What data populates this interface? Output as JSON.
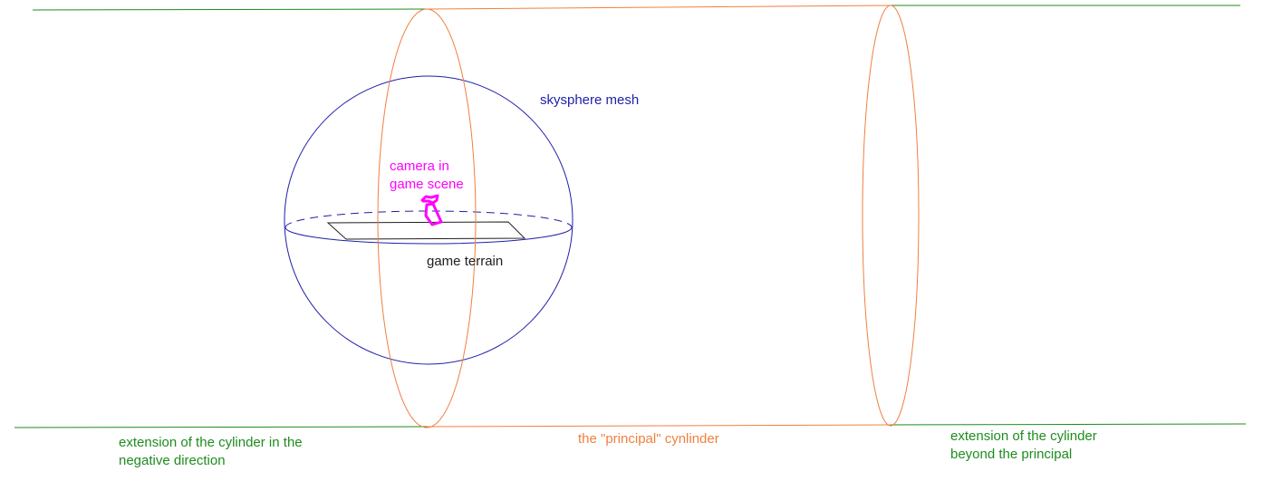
{
  "labels": {
    "skysphere": "skysphere mesh",
    "camera_line1": "camera in",
    "camera_line2": "game scene",
    "terrain": "game terrain",
    "principal": "the \"principal\" cynlinder",
    "negative_line1": "extension of the cylinder in the",
    "negative_line2": "negative direction",
    "beyond_line1": "extension of the cylinder",
    "beyond_line2": "beyond the principal"
  },
  "colors": {
    "sphere": "#1f1fa8",
    "cylinder": "#f08040",
    "extension": "#1e8c1e",
    "camera": "#ff00ff",
    "terrain": "#202020",
    "text_dark": "#202020"
  }
}
